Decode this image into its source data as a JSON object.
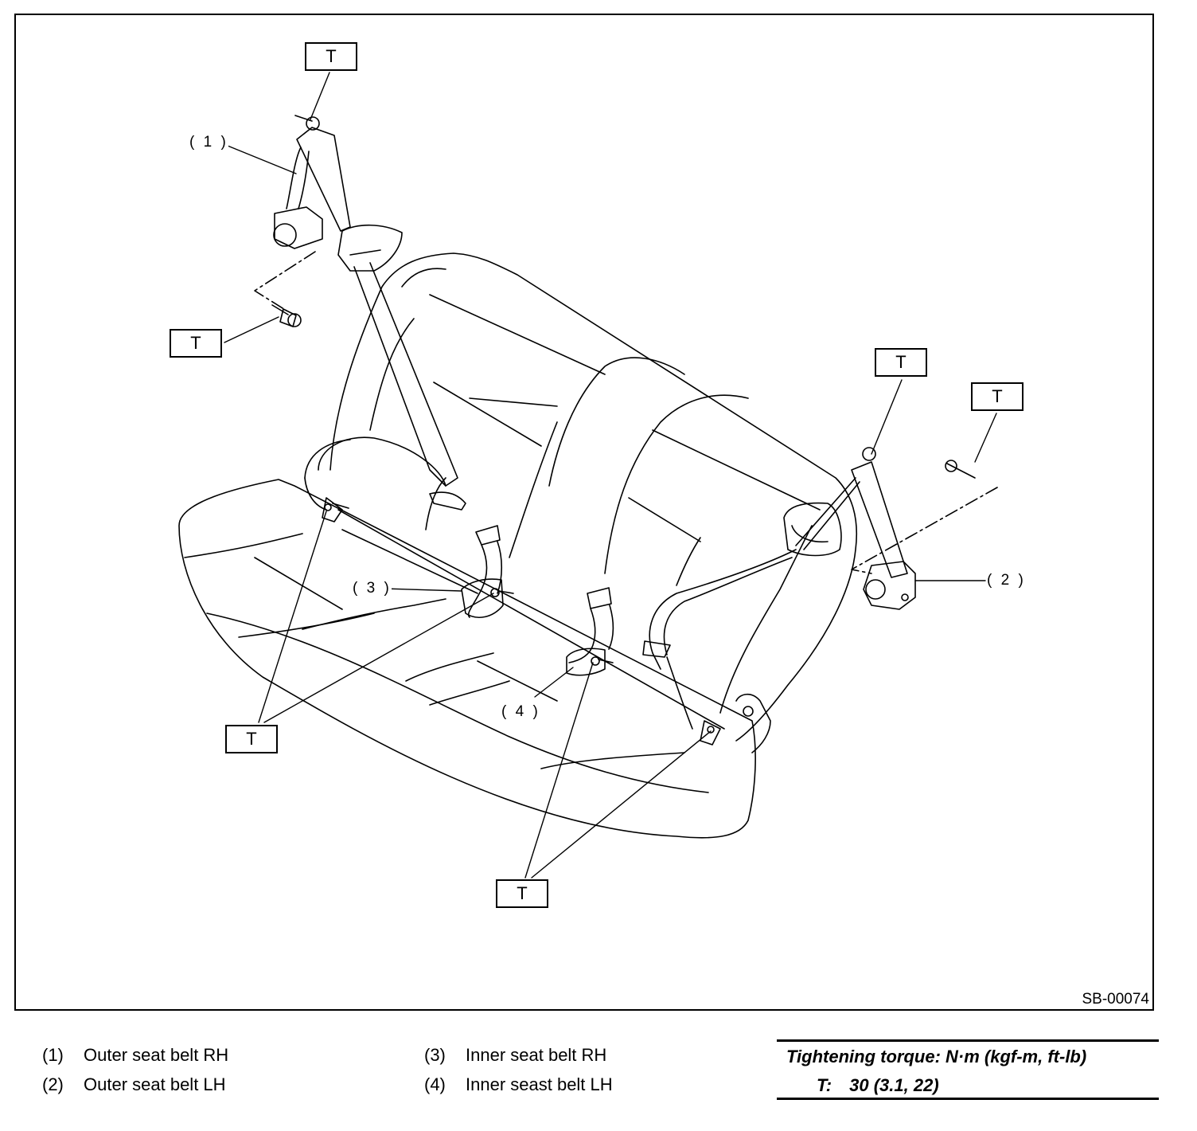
{
  "figure_id": "SB-00074",
  "torque_symbol": "T",
  "callouts": [
    "( 1 )",
    "( 2 )",
    "( 3 )",
    "( 4 )"
  ],
  "legend": [
    {
      "num": "(1)",
      "text": "Outer seat belt RH"
    },
    {
      "num": "(2)",
      "text": "Outer seat belt LH"
    },
    {
      "num": "(3)",
      "text": "Inner seat belt RH"
    },
    {
      "num": "(4)",
      "text": "Inner seast belt LH"
    }
  ],
  "torque": {
    "heading": "Tightening torque: N·m (kgf-m, ft-lb)",
    "symbol": "T:",
    "value": "30 (3.1, 22)"
  }
}
